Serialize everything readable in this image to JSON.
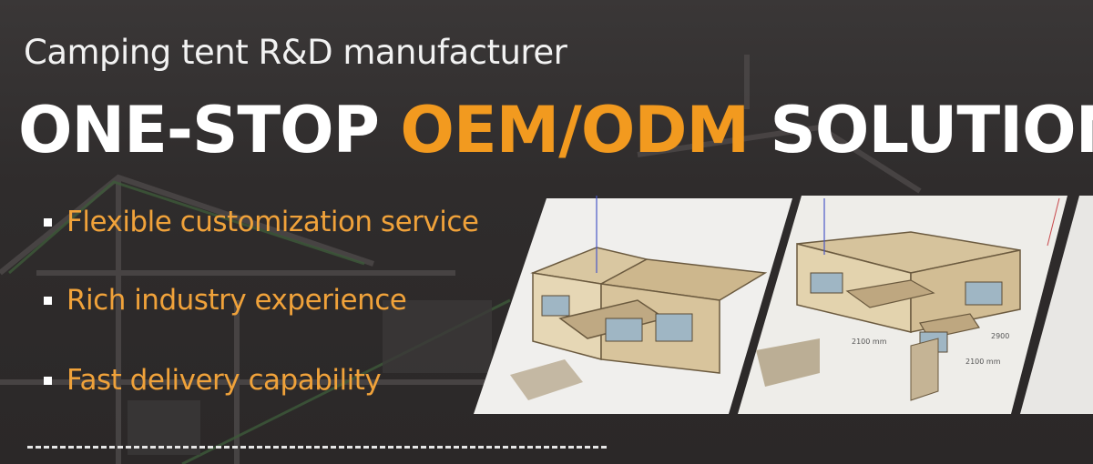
{
  "banner": {
    "subtitle": "Camping tent R&D manufacturer",
    "headline": {
      "part1": "ONE-STOP",
      "highlight": "OEM/ODM",
      "part2": "SOLUTION"
    },
    "features": [
      "Flexible customization service",
      "Rich industry experience",
      "Fast delivery capability"
    ],
    "colors": {
      "background": "#2f2c2c",
      "accent": "#f29a1f",
      "text": "#ffffff"
    }
  },
  "renders": {
    "dimension_labels": [
      "2100 mm",
      "2900",
      "2100 mm"
    ]
  }
}
